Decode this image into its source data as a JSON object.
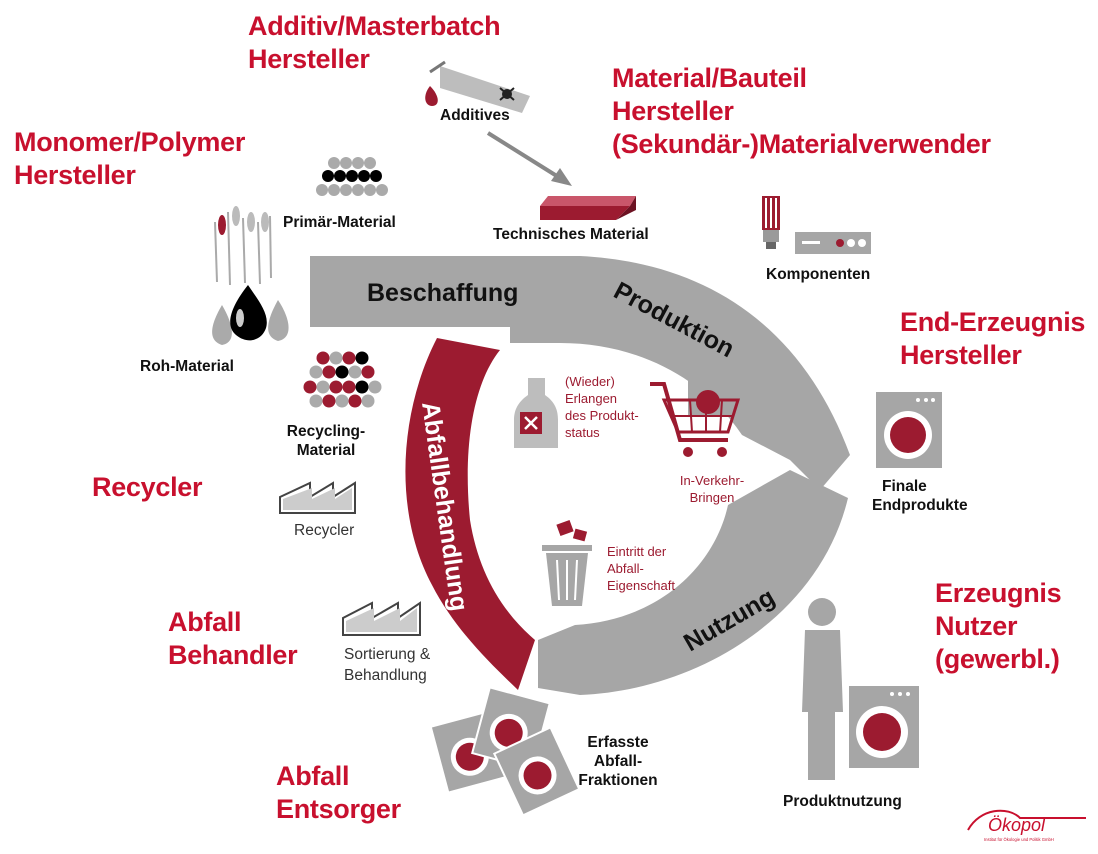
{
  "colors": {
    "accent": "#c8102e",
    "maroon": "#9c1b30",
    "gray": "#a6a6a6",
    "dark": "#111111"
  },
  "roles": {
    "additiv": [
      "Additiv/Masterbatch",
      "Hersteller"
    ],
    "material": [
      "Material/Bauteil",
      "Hersteller",
      "(Sekundär-)Materialverwender"
    ],
    "monomer": [
      "Monomer/Polymer",
      "Hersteller"
    ],
    "enderzeugnis": [
      "End-Erzeugnis",
      "Hersteller"
    ],
    "recycler": [
      "Recycler"
    ],
    "abfall_behandler": [
      "Abfall",
      "Behandler"
    ],
    "erzeugnis_nutzer": [
      "Erzeugnis",
      "Nutzer",
      "(gewerbl.)"
    ],
    "abfall_entsorger": [
      "Abfall",
      "Entsorger"
    ]
  },
  "items": {
    "additives": "Additives",
    "primaer": "Primär-Material",
    "technisch": "Technisches Material",
    "komponenten": "Komponenten",
    "roh": "Roh-Material",
    "recycling": [
      "Recycling-",
      "Material"
    ],
    "recycler_plant": "Recycler",
    "sortierung": [
      "Sortierung &",
      "Behandlung"
    ],
    "erfasste": [
      "Erfasste",
      "Abfall-",
      "Fraktionen"
    ],
    "finale": [
      "Finale",
      "Endprodukte"
    ],
    "produktnutzung": "Produktnutzung"
  },
  "cycle": {
    "beschaffung": "Beschaffung",
    "produktion": "Produktion",
    "nutzung": "Nutzung",
    "abfallbehandlung": "Abfallbehandlung"
  },
  "inner": {
    "wieder": [
      "(Wieder)",
      "Erlangen",
      "des Produkt-",
      "status"
    ],
    "verkehr": [
      "In-Verkehr-",
      "Bringen"
    ],
    "eintritt": [
      "Eintritt  der",
      "Abfall-",
      "Eigenschaft"
    ]
  },
  "logo": {
    "name": "Ökopol",
    "subtitle": "Institut für Ökologie und Politik GmbH"
  }
}
